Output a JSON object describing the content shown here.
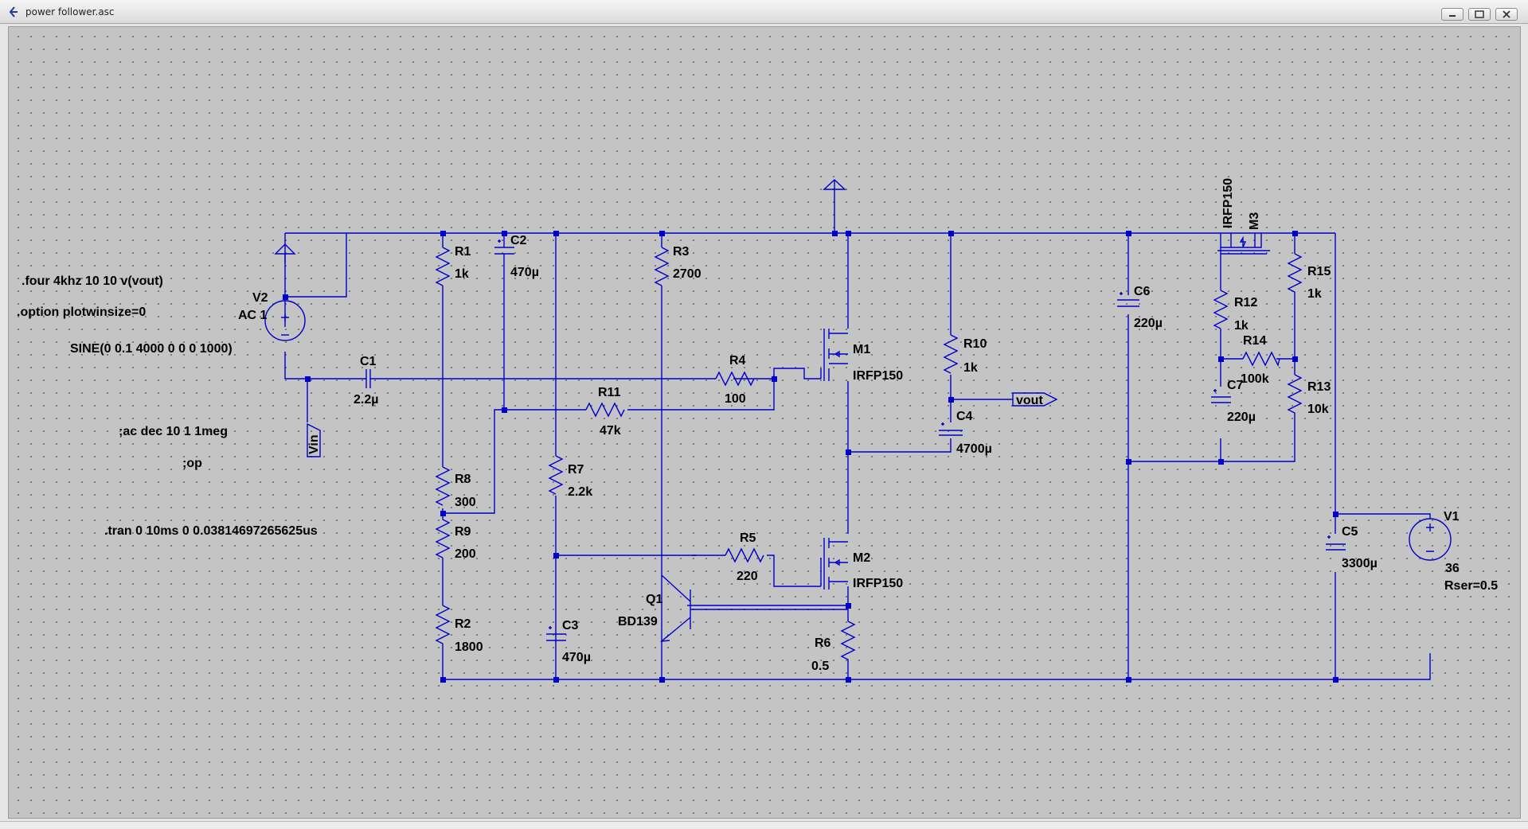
{
  "window": {
    "title": "power follower.asc"
  },
  "directives": {
    "four": ".four 4khz 10 10 v(vout)",
    "option": ".option plotwinsize=0",
    "ac": ";ac dec 10 1 1meg",
    "op": ";op",
    "tran": ".tran 0 10ms 0 0.03814697265625us"
  },
  "components": {
    "R1": {
      "name": "R1",
      "value": "1k"
    },
    "R2": {
      "name": "R2",
      "value": "1800"
    },
    "R3": {
      "name": "R3",
      "value": "2700"
    },
    "R4": {
      "name": "R4",
      "value": "100"
    },
    "R5": {
      "name": "R5",
      "value": "220"
    },
    "R6": {
      "name": "R6",
      "value": "0.5"
    },
    "R7": {
      "name": "R7",
      "value": "2.2k"
    },
    "R8": {
      "name": "R8",
      "value": "300"
    },
    "R9": {
      "name": "R9",
      "value": "200"
    },
    "R10": {
      "name": "R10",
      "value": "1k"
    },
    "R11": {
      "name": "R11",
      "value": "47k"
    },
    "R12": {
      "name": "R12",
      "value": "1k"
    },
    "R13": {
      "name": "R13",
      "value": "10k"
    },
    "R14": {
      "name": "R14",
      "value": "100k"
    },
    "R15": {
      "name": "R15",
      "value": "1k"
    },
    "C1": {
      "name": "C1",
      "value": "2.2µ"
    },
    "C2": {
      "name": "C2",
      "value": "470µ"
    },
    "C3": {
      "name": "C3",
      "value": "470µ"
    },
    "C4": {
      "name": "C4",
      "value": "4700µ"
    },
    "C5": {
      "name": "C5",
      "value": "3300µ"
    },
    "C6": {
      "name": "C6",
      "value": "220µ"
    },
    "C7": {
      "name": "C7",
      "value": "220µ"
    },
    "M1": {
      "name": "M1",
      "value": "IRFP150"
    },
    "M2": {
      "name": "M2",
      "value": "IRFP150"
    },
    "M3": {
      "name": "M3",
      "value": "IRFP150"
    },
    "Q1": {
      "name": "Q1",
      "value": "BD139"
    },
    "V1": {
      "name": "V1",
      "value": "36",
      "extra": "Rser=0.5"
    },
    "V2": {
      "name": "V2",
      "value": "AC 1",
      "extra": "SINE(0 0.1 4000 0 0 0 1000)"
    }
  },
  "net_labels": {
    "vout": "vout",
    "vin": "Vin"
  },
  "colors": {
    "wire": "#0000cc",
    "text": "#000000",
    "grid_dot": "#6f6f6f",
    "background": "#c4c4c4"
  }
}
